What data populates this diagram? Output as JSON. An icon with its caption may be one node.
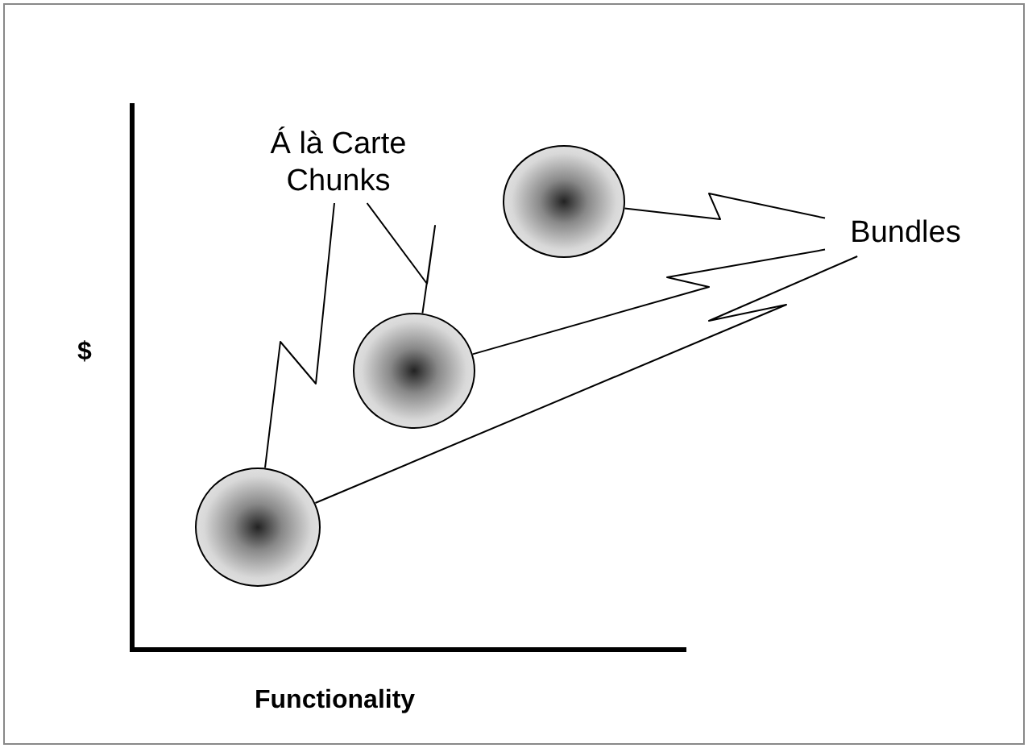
{
  "diagram": {
    "nodes": [
      {
        "text": [
          "Á là Carte Chunks"
        ]
      },
      {
        "text": [
          "Bundles"
        ]
      },
      {
        "text": [],
        "shape": "circle"
      },
      {
        "text": [],
        "shape": "circle"
      },
      {
        "text": [],
        "shape": "circle"
      }
    ],
    "edges": [
      {
        "from": 0,
        "to": 4,
        "arrow": "none"
      },
      {
        "from": 0,
        "to": 3,
        "arrow": "none"
      },
      {
        "from": 1,
        "to": 2,
        "arrow": "none"
      },
      {
        "from": 1,
        "to": 3,
        "arrow": "none"
      },
      {
        "from": 1,
        "to": 4,
        "arrow": "none"
      }
    ],
    "labels": [
      "$",
      "Functionality"
    ]
  }
}
